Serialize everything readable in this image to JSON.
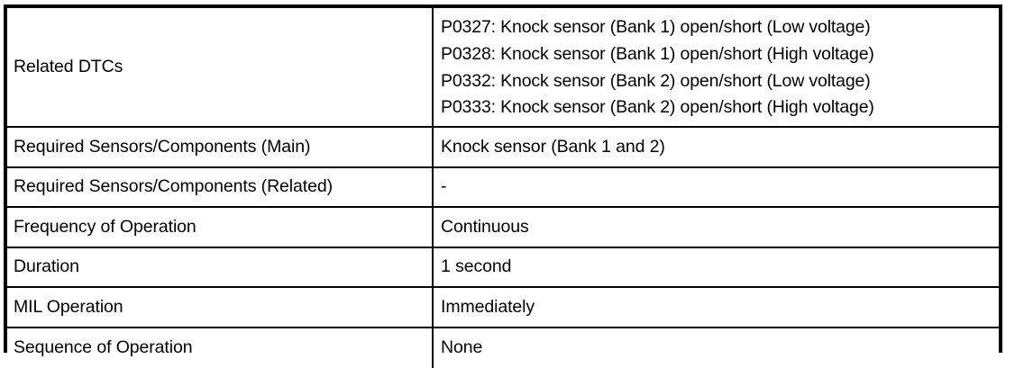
{
  "document": {
    "type": "diagnostic-specification-table",
    "column_count": 2,
    "row_count": 7,
    "colors": {
      "background": "#ffffff",
      "text": "#000000",
      "border": "#000000"
    }
  },
  "table": {
    "rows": [
      {
        "label": "Related DTCs",
        "value_lines": [
          "P0327: Knock sensor (Bank 1) open/short (Low voltage)",
          "P0328: Knock sensor (Bank 1) open/short (High voltage)",
          "P0332: Knock sensor (Bank 2) open/short (Low voltage)",
          "P0333: Knock sensor (Bank 2) open/short (High voltage)"
        ]
      },
      {
        "label": "Required Sensors/Components (Main)",
        "value": "Knock sensor (Bank 1 and 2)"
      },
      {
        "label": "Required Sensors/Components (Related)",
        "value": "-"
      },
      {
        "label": "Frequency of Operation",
        "value": "Continuous"
      },
      {
        "label": "Duration",
        "value": "1 second"
      },
      {
        "label": "MIL Operation",
        "value": "Immediately"
      },
      {
        "label": "Sequence of Operation",
        "value": "None"
      }
    ]
  }
}
